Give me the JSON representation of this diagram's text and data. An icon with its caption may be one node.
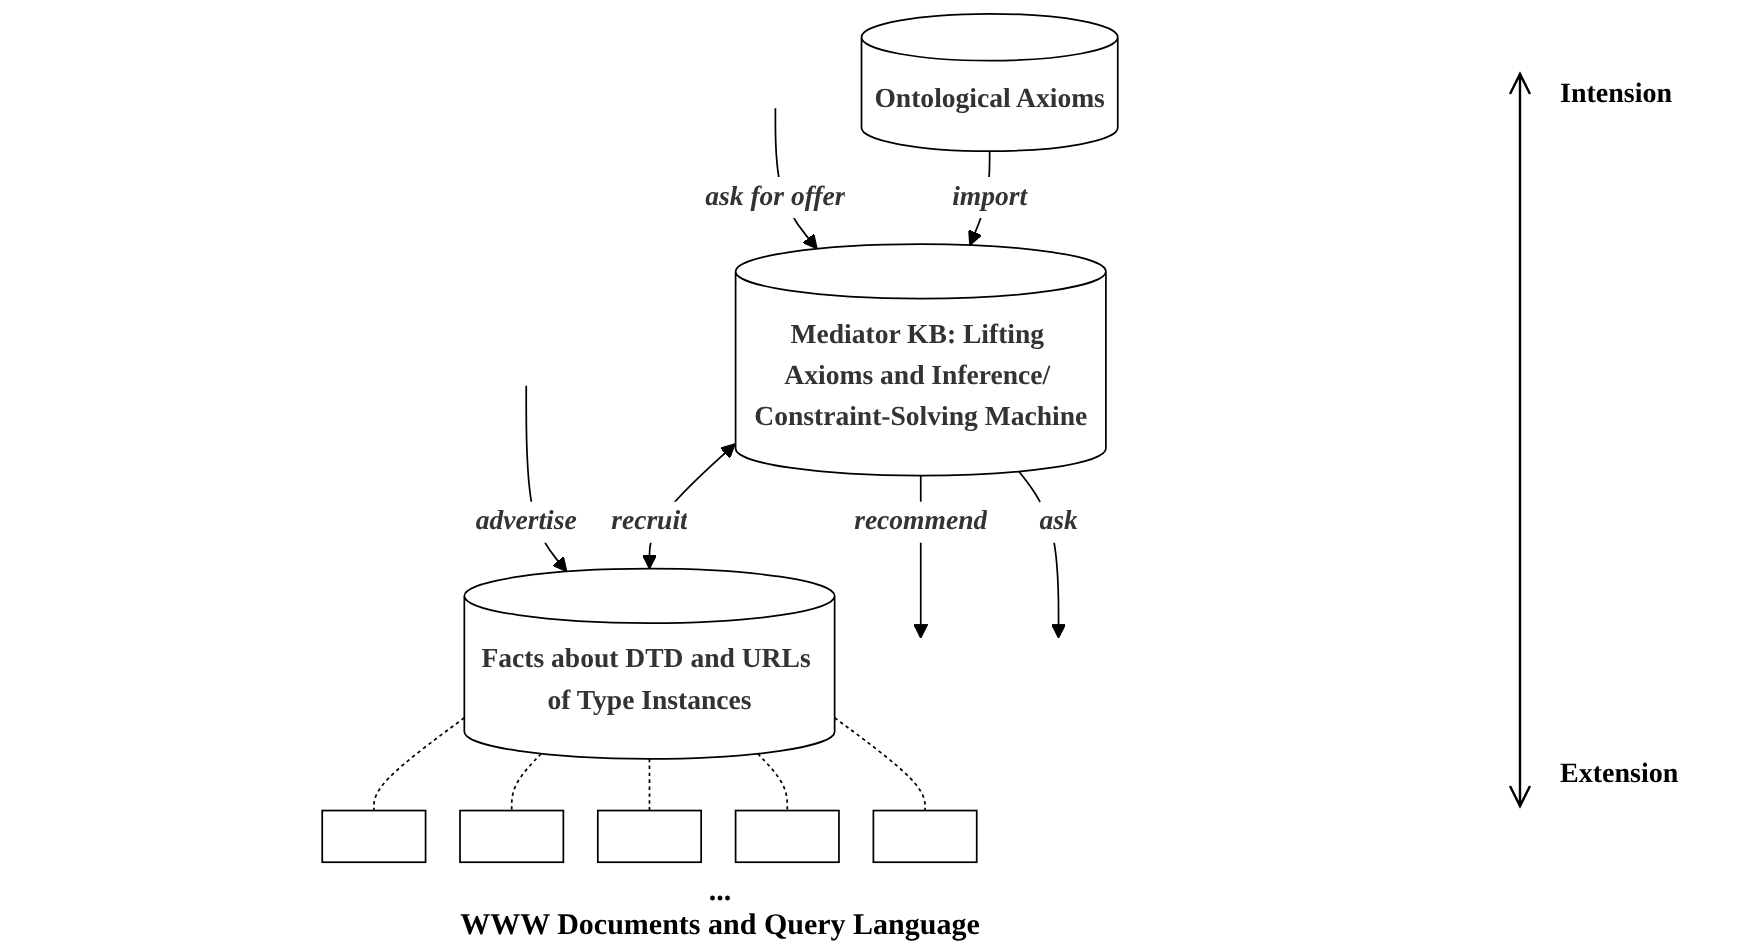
{
  "diagram": {
    "nodes": [
      {
        "text": [
          "Ontological Axioms"
        ]
      },
      {
        "text": [
          "Mediator KB: Lifting Axioms and Inference/ Constraint-Solving Machine"
        ]
      },
      {
        "text": [
          "Facts about DTD and URLs of Type Instances"
        ]
      },
      {
        "text": [],
        "shape": "box"
      },
      {
        "text": [],
        "shape": "box"
      },
      {
        "text": [],
        "shape": "box"
      },
      {
        "text": [],
        "shape": "box"
      },
      {
        "text": [],
        "shape": "box"
      }
    ],
    "edges": [
      {
        "from": 0,
        "to": 1,
        "arrow": "to",
        "label": "import"
      },
      {
        "from": 1,
        "to": 2,
        "arrow": "both",
        "label": "recruit"
      },
      {
        "from": null,
        "to": 1,
        "arrow": "to",
        "label": "ask for offer"
      },
      {
        "from": 1,
        "to": null,
        "arrow": "to",
        "label": "recommend"
      },
      {
        "from": 2,
        "to": 3,
        "arrow": "none",
        "style": "dashed"
      },
      {
        "from": 2,
        "to": 4,
        "arrow": "none",
        "style": "dashed"
      },
      {
        "from": 2,
        "to": 5,
        "arrow": "none",
        "style": "dashed"
      },
      {
        "from": 2,
        "to": 6,
        "arrow": "none",
        "style": "dashed"
      },
      {
        "from": 2,
        "to": 7,
        "arrow": "none",
        "style": "dashed"
      },
      {
        "from": 1,
        "to": null,
        "arrow": "to",
        "label": "ask"
      },
      {
        "from": null,
        "to": 2,
        "arrow": "to",
        "label": "advertise"
      }
    ],
    "labels": [
      "Intension",
      "...",
      "WWW Documents and Query Language",
      "Extension"
    ]
  }
}
